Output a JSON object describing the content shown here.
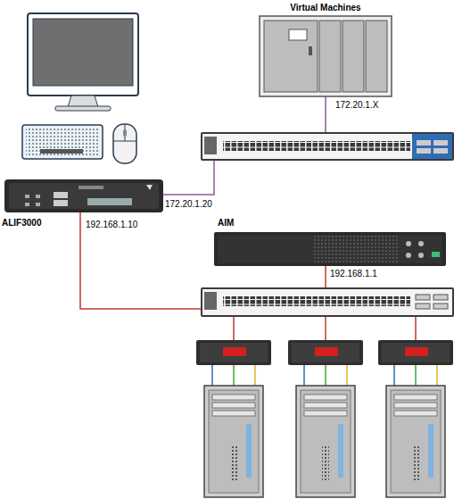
{
  "diagram": {
    "nodes": [
      {
        "text": [
          "Virtual Machines"
        ]
      },
      {
        "text": [
          "ALIF3000"
        ]
      },
      {
        "text": [
          "AIM"
        ]
      }
    ],
    "labels": [
      "172.20.1.X",
      "172.20.1.20",
      "192.168.1.10",
      "192.168.1.1"
    ]
  }
}
